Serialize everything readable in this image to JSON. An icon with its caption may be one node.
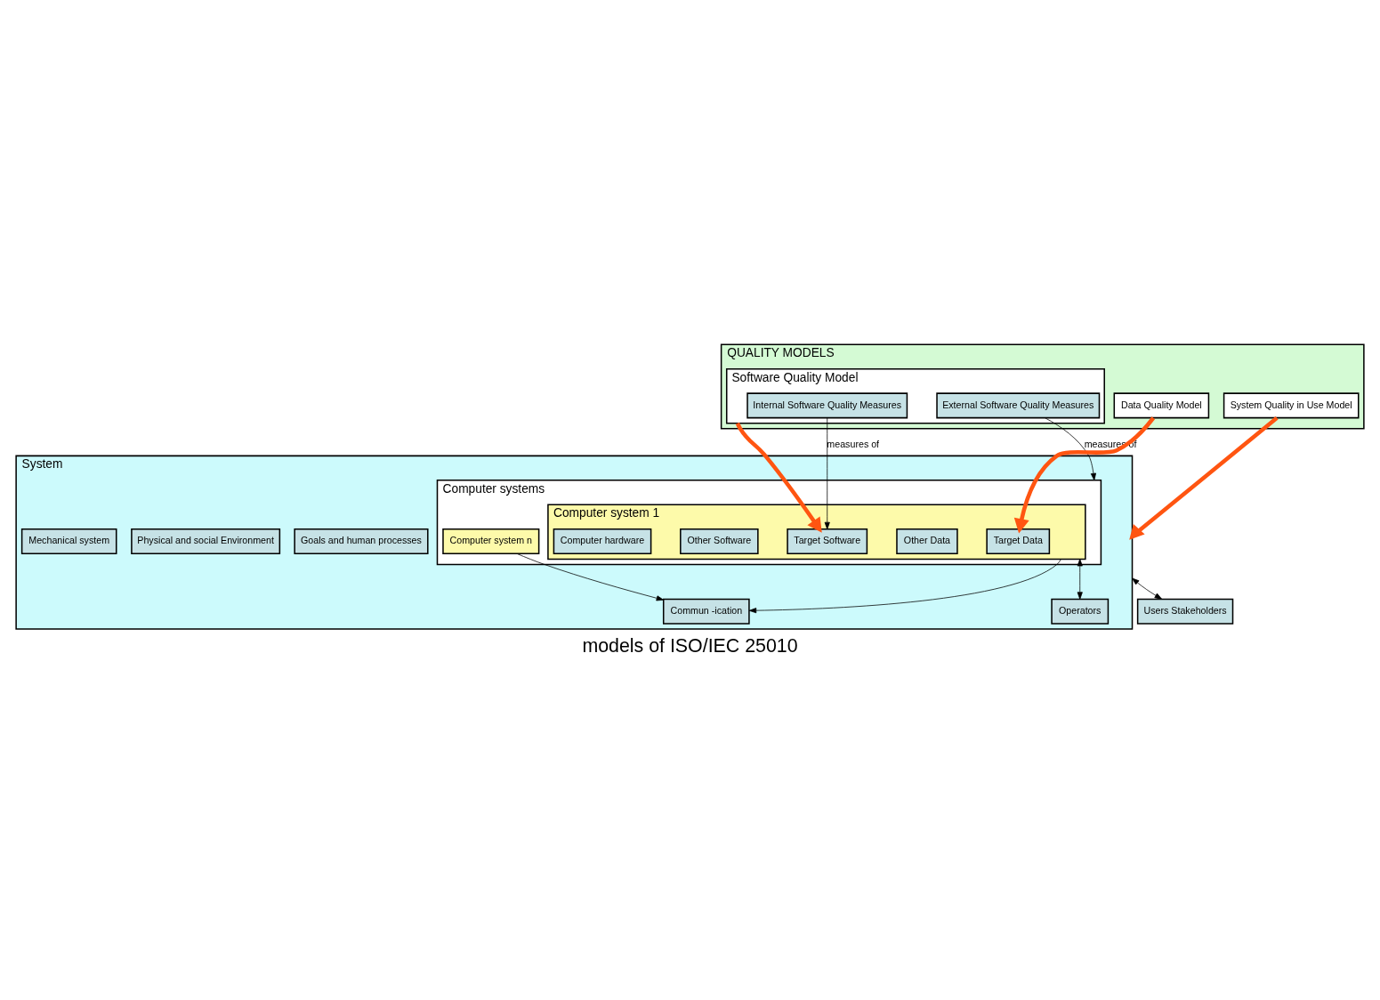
{
  "diagram": {
    "caption": "models of ISO/IEC 25010",
    "nodes": [
      {
        "text": [
          "QUALITY MODELS"
        ]
      },
      {
        "text": [
          "Software Quality Model"
        ],
        "in": 0
      },
      {
        "text": [
          "Internal Software Quality Measures"
        ],
        "in": 1
      },
      {
        "text": [
          "External Software Quality Measures"
        ],
        "in": 1
      },
      {
        "text": [
          "Data Quality Model"
        ],
        "in": 0
      },
      {
        "text": [
          "System Quality in Use Model"
        ],
        "in": 0
      },
      {
        "text": [
          "System"
        ]
      },
      {
        "text": [
          "Computer systems"
        ],
        "in": 6
      },
      {
        "text": [
          "Computer system n"
        ],
        "in": 7
      },
      {
        "text": [
          "Computer system 1"
        ],
        "in": 7
      },
      {
        "text": [
          "Computer hardware"
        ],
        "in": 9
      },
      {
        "text": [
          "Other Software"
        ],
        "in": 9
      },
      {
        "text": [
          "Target Software"
        ],
        "in": 9
      },
      {
        "text": [
          "Other Data"
        ],
        "in": 9
      },
      {
        "text": [
          "Target Data"
        ],
        "in": 9
      },
      {
        "text": [
          "Commun -ication"
        ],
        "in": 6
      },
      {
        "text": [
          "Goals and human processes"
        ],
        "in": 6
      },
      {
        "text": [
          "Physical and social Environment"
        ],
        "in": 6
      },
      {
        "text": [
          "Mechanical system"
        ],
        "in": 6
      },
      {
        "text": [
          "Operators"
        ],
        "in": 6
      },
      {
        "text": [
          "Users Stakeholders"
        ]
      }
    ],
    "edges": [
      {
        "from": 2,
        "to": 12,
        "arrow": "to",
        "label": "measures of"
      },
      {
        "from": 3,
        "to": 7,
        "arrow": "to",
        "label": "measures of"
      },
      {
        "from": 1,
        "to": 12,
        "arrow": "to",
        "style": "thick",
        "color": "#ff5511"
      },
      {
        "from": 4,
        "to": 14,
        "arrow": "to",
        "style": "thick",
        "color": "#ff5511"
      },
      {
        "from": 5,
        "to": 6,
        "arrow": "to",
        "style": "thick",
        "color": "#ff5511"
      },
      {
        "from": 8,
        "to": 15,
        "arrow": "to"
      },
      {
        "from": 9,
        "to": 15,
        "arrow": "to"
      },
      {
        "from": 9,
        "to": 19,
        "arrow": "both"
      },
      {
        "from": 6,
        "to": 20,
        "arrow": "both"
      }
    ]
  }
}
